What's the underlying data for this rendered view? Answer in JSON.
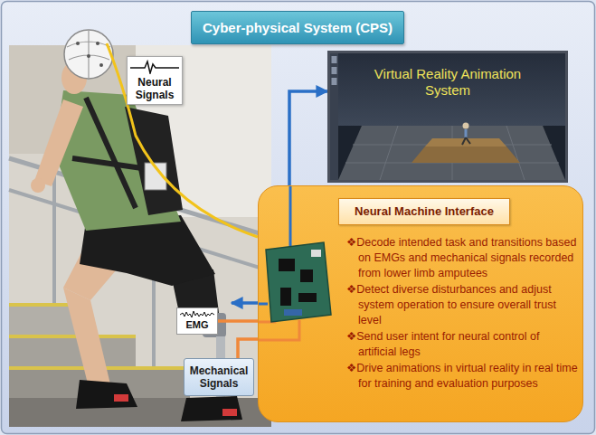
{
  "diagram": {
    "title": "Cyber-physical System (CPS)",
    "nodes": [
      {
        "text": [
          "Neural Signals"
        ]
      },
      {
        "text": [
          "Virtual Reality Animation System"
        ]
      },
      {
        "text": [
          "❖Decode intended task and transitions based on EMGs and mechanical signals recorded from lower limb amputees",
          "❖Detect diverse disturbances and adjust system operation to ensure overall trust level",
          "❖Send user intent for neural control of artificial legs",
          "❖Drive animations in virtual reality in real time for training and evaluation purposes"
        ]
      },
      {
        "text": [
          "Neural Machine Interface"
        ],
        "in": 2
      },
      {
        "text": [
          "EMG"
        ]
      },
      {
        "text": [
          "Mechanical Signals"
        ]
      }
    ],
    "edges": [
      {
        "from": 2,
        "to": 1,
        "arrow": "to"
      },
      {
        "from": 4,
        "to": 2,
        "arrow": "none"
      },
      {
        "from": 5,
        "to": 2,
        "arrow": "none"
      }
    ]
  }
}
